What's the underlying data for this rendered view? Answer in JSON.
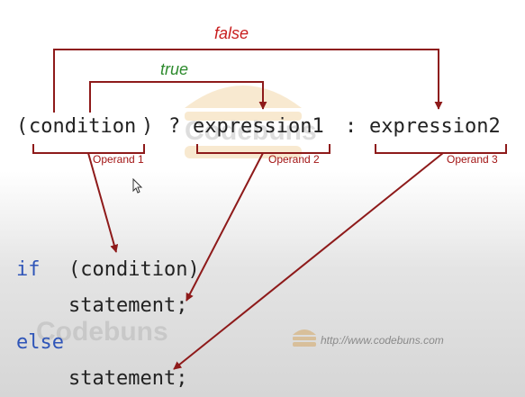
{
  "ternary": {
    "open_paren": "(",
    "condition": "condition",
    "close_paren": ")",
    "question": "?",
    "expression1": "expression1",
    "colon": ":",
    "expression2": "expression2"
  },
  "branch_labels": {
    "true": "true",
    "false": "false"
  },
  "operands": {
    "one": "Operand 1",
    "two": "Operand 2",
    "three": "Operand 3"
  },
  "if_else": {
    "if_keyword": "if",
    "condition_line": "(condition)",
    "statement1": "statement;",
    "else_keyword": "else",
    "statement2": "statement;"
  },
  "watermark": {
    "brand": "Codebuns",
    "url": "http://www.codebuns.com"
  },
  "colors": {
    "arrow": "#8e1a1a",
    "false_label": "#c81e1e",
    "true_label": "#2e8b2e",
    "code_text": "#222222",
    "keyword": "#2f55b8",
    "operand_label": "#a31515"
  }
}
